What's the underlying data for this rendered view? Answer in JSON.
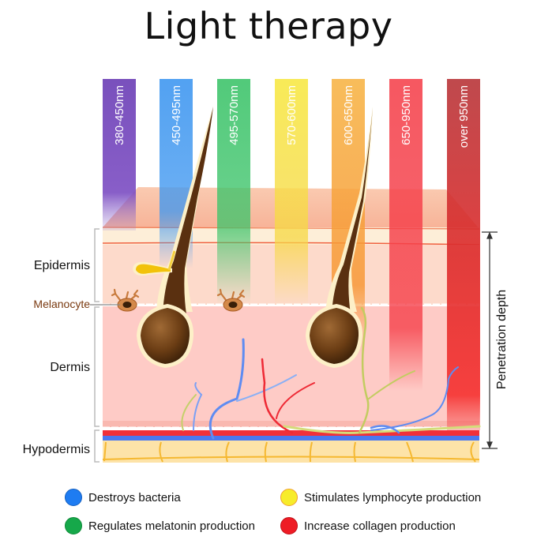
{
  "title": "Light therapy",
  "wavelengths": [
    {
      "label": "380-450nm",
      "color": "#6a3db5",
      "penetration": "surface"
    },
    {
      "label": "450-495nm",
      "color": "#3f97f0",
      "penetration": "upper epidermis"
    },
    {
      "label": "495-570nm",
      "color": "#3ec46b",
      "penetration": "epidermis"
    },
    {
      "label": "570-600nm",
      "color": "#f7e845",
      "penetration": "epidermis"
    },
    {
      "label": "600-650nm",
      "color": "#f7b548",
      "penetration": "upper dermis"
    },
    {
      "label": "650-950nm",
      "color": "#f5454f",
      "penetration": "dermis"
    },
    {
      "label": "over  950nm",
      "color": "#c0383c",
      "penetration": "lower dermis"
    }
  ],
  "layers": {
    "epidermis": "Epidermis",
    "melanocyte": "Melanocyte",
    "dermis": "Dermis",
    "hypodermis": "Hypodermis"
  },
  "penetration_label": "Penetration depth",
  "legend": [
    {
      "label": "Destroys bacteria",
      "color": "#1e7cf2"
    },
    {
      "label": "Stimulates lymphocyte production",
      "color": "#f7ec2a"
    },
    {
      "label": "Regulates melatonin production",
      "color": "#16a84a"
    },
    {
      "label": "Increase collagen production",
      "color": "#ee1c25"
    }
  ]
}
